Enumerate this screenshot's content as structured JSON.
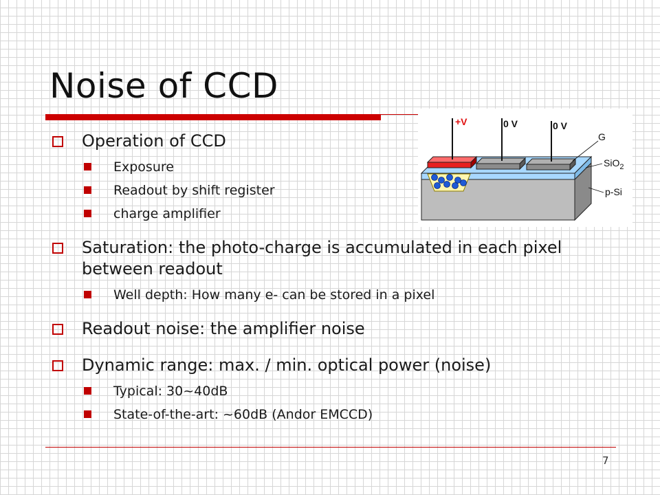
{
  "slide": {
    "title": "Noise of CCD",
    "page_number": "7"
  },
  "bullets": [
    {
      "text": "Operation of CCD",
      "sub": [
        "Exposure",
        "Readout by shift register",
        "charge amplifier"
      ]
    },
    {
      "text": "Saturation: the photo-charge is accumulated in each pixel between readout",
      "sub": [
        "Well depth: How many e- can be stored in a pixel"
      ]
    },
    {
      "text": "Readout noise: the amplifier noise",
      "sub": []
    },
    {
      "text": "Dynamic range: max. / min. optical power (noise)",
      "sub": [
        "Typical: 30~40dB",
        "State-of-the-art: ~60dB (Andor EMCCD)"
      ]
    }
  ],
  "diagram": {
    "gate_labels": [
      "+V",
      "0 V",
      "0 V"
    ],
    "layer_labels": {
      "gate": "G",
      "oxide": "SiO",
      "oxide_sub": "2",
      "substrate": "p-Si"
    },
    "electron_label": "-",
    "colors": {
      "active_gate": "#e82020",
      "idle_gate": "#8c8c8c",
      "oxide": "#a8d8ff",
      "substrate": "#bdbdbd",
      "well": "#fff7b0",
      "electron": "#1f5bd6"
    }
  }
}
